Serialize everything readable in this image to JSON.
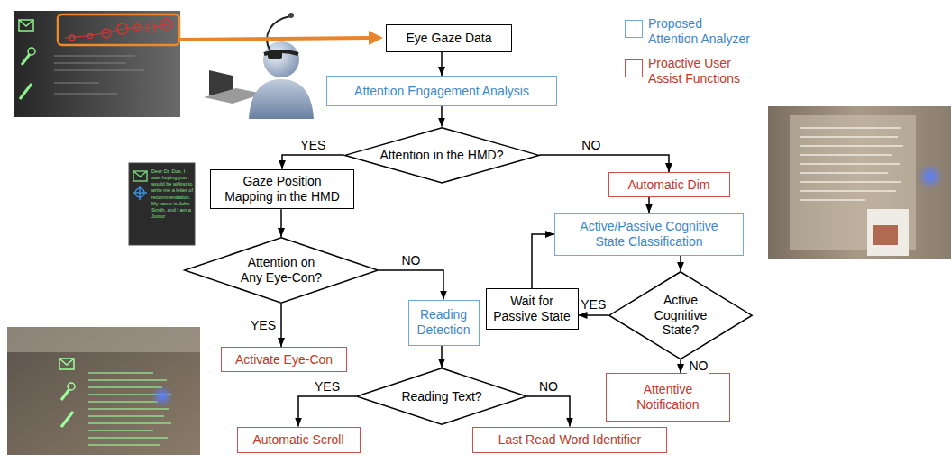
{
  "diagram": {
    "nodes": [
      {
        "text": [
          "Eye Gaze Data"
        ]
      },
      {
        "text": [
          "Attention Engagement Analysis"
        ]
      },
      {
        "text": [
          "Attention in the HMD?"
        ]
      },
      {
        "text": [
          "Gaze Position Mapping in the HMD"
        ]
      },
      {
        "text": [
          "Automatic Dim"
        ]
      },
      {
        "text": [
          "Active/Passive Cognitive State Classification"
        ]
      },
      {
        "text": [
          "Attention on Any Eye-Con?"
        ]
      },
      {
        "text": [
          "Wait for Passive State"
        ]
      },
      {
        "text": [
          "Active Cognitive State?"
        ]
      },
      {
        "text": [
          "Reading Detection"
        ]
      },
      {
        "text": [
          "Activate Eye-Con"
        ]
      },
      {
        "text": [
          "Reading Text?"
        ]
      },
      {
        "text": [
          "Attentive Notification"
        ]
      },
      {
        "text": [
          "Automatic Scroll"
        ]
      },
      {
        "text": [
          "Last Read Word Identifier"
        ]
      }
    ],
    "edges": [
      {
        "from": 0,
        "to": 1,
        "arrow": "to"
      },
      {
        "from": 1,
        "to": 2,
        "arrow": "to"
      },
      {
        "from": 2,
        "to": 3,
        "label": "YES",
        "arrow": "to"
      },
      {
        "from": 2,
        "to": 4,
        "label": "NO",
        "arrow": "to"
      },
      {
        "from": 4,
        "to": 5,
        "arrow": "to"
      },
      {
        "from": 3,
        "to": 6,
        "arrow": "to"
      },
      {
        "from": 5,
        "to": 8,
        "arrow": "to"
      },
      {
        "from": 8,
        "to": 7,
        "label": "YES",
        "arrow": "to"
      },
      {
        "from": 7,
        "to": 5,
        "arrow": "to"
      },
      {
        "from": 8,
        "to": 12,
        "label": "NO",
        "arrow": "to"
      },
      {
        "from": 6,
        "to": 10,
        "label": "YES",
        "arrow": "to"
      },
      {
        "from": 6,
        "to": 9,
        "label": "NO",
        "arrow": "to"
      },
      {
        "from": 9,
        "to": 11,
        "arrow": "to"
      },
      {
        "from": 11,
        "to": 13,
        "label": "YES",
        "arrow": "to"
      },
      {
        "from": 11,
        "to": 14,
        "label": "NO",
        "arrow": "to"
      }
    ],
    "labels": [
      "Dear Dr. Doe, I was hoping you would be willing to write me a letter of recommendation. My name is John Smith, and I am a Junior"
    ],
    "legend": [
      {
        "text": "Proposed Attention Analyzer"
      },
      {
        "text": "Proactive User Assist Functions"
      }
    ]
  }
}
